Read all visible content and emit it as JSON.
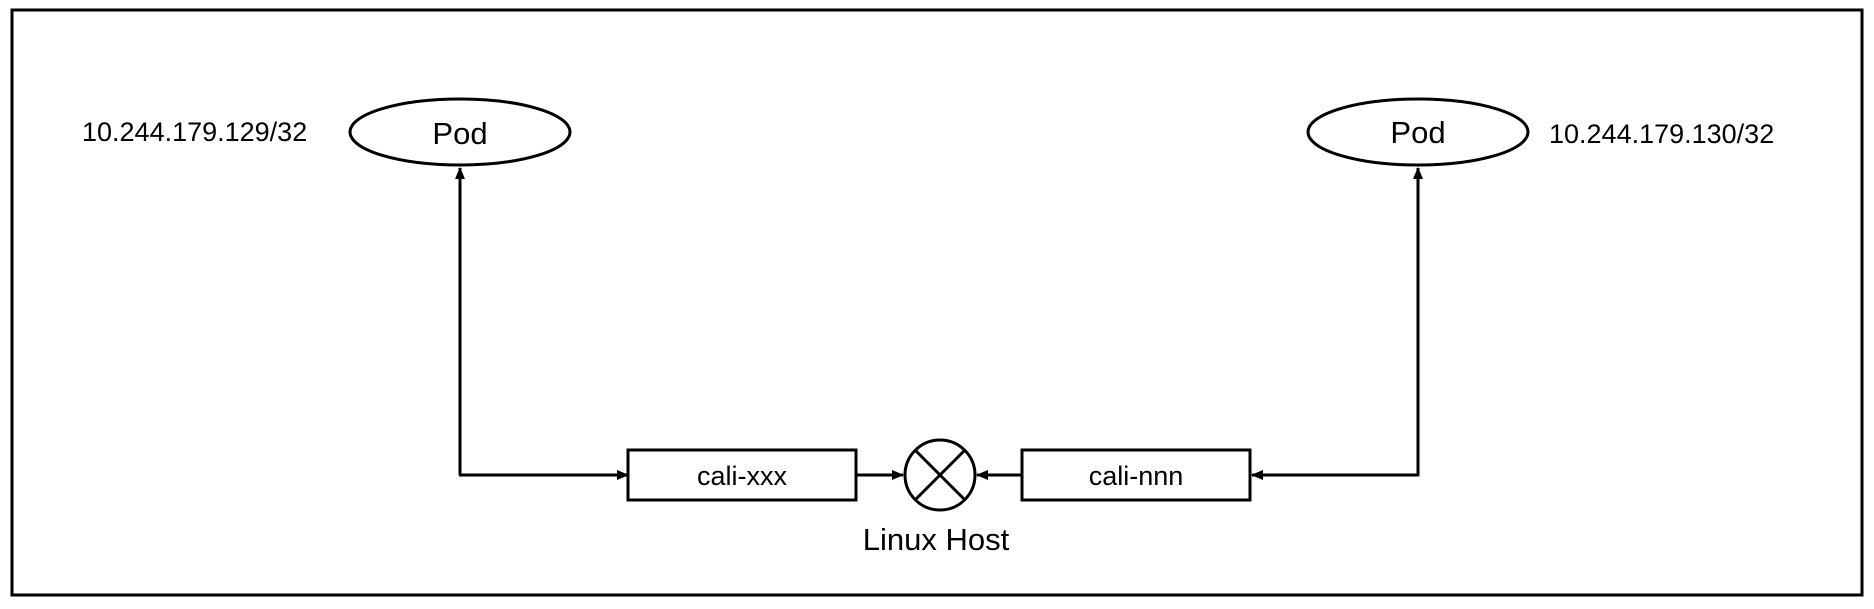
{
  "diagram": {
    "left_pod": {
      "label": "Pod",
      "ip": "10.244.179.129/32"
    },
    "right_pod": {
      "label": "Pod",
      "ip": "10.244.179.130/32"
    },
    "left_interface": {
      "label": "cali-xxx"
    },
    "right_interface": {
      "label": "cali-nnn"
    },
    "host": {
      "label": "Linux Host"
    },
    "colors": {
      "stroke": "#000000",
      "background": "#ffffff",
      "text": "#000000"
    }
  }
}
